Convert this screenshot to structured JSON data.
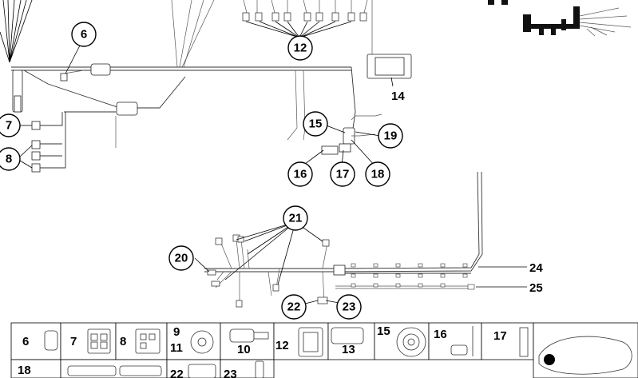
{
  "callouts": {
    "c6": "6",
    "c7": "7",
    "c8": "8",
    "c12": "12",
    "c14": "14",
    "c15": "15",
    "c16": "16",
    "c17": "17",
    "c18": "18",
    "c19": "19",
    "c20": "20",
    "c21": "21",
    "c22": "22",
    "c23": "23",
    "c24": "24",
    "c25": "25"
  },
  "legend": {
    "row1": [
      "6",
      "7",
      "8",
      "9",
      "11",
      "10",
      "12",
      "13",
      "15",
      "16",
      "17"
    ],
    "row2": [
      "18",
      "22",
      "23"
    ]
  }
}
